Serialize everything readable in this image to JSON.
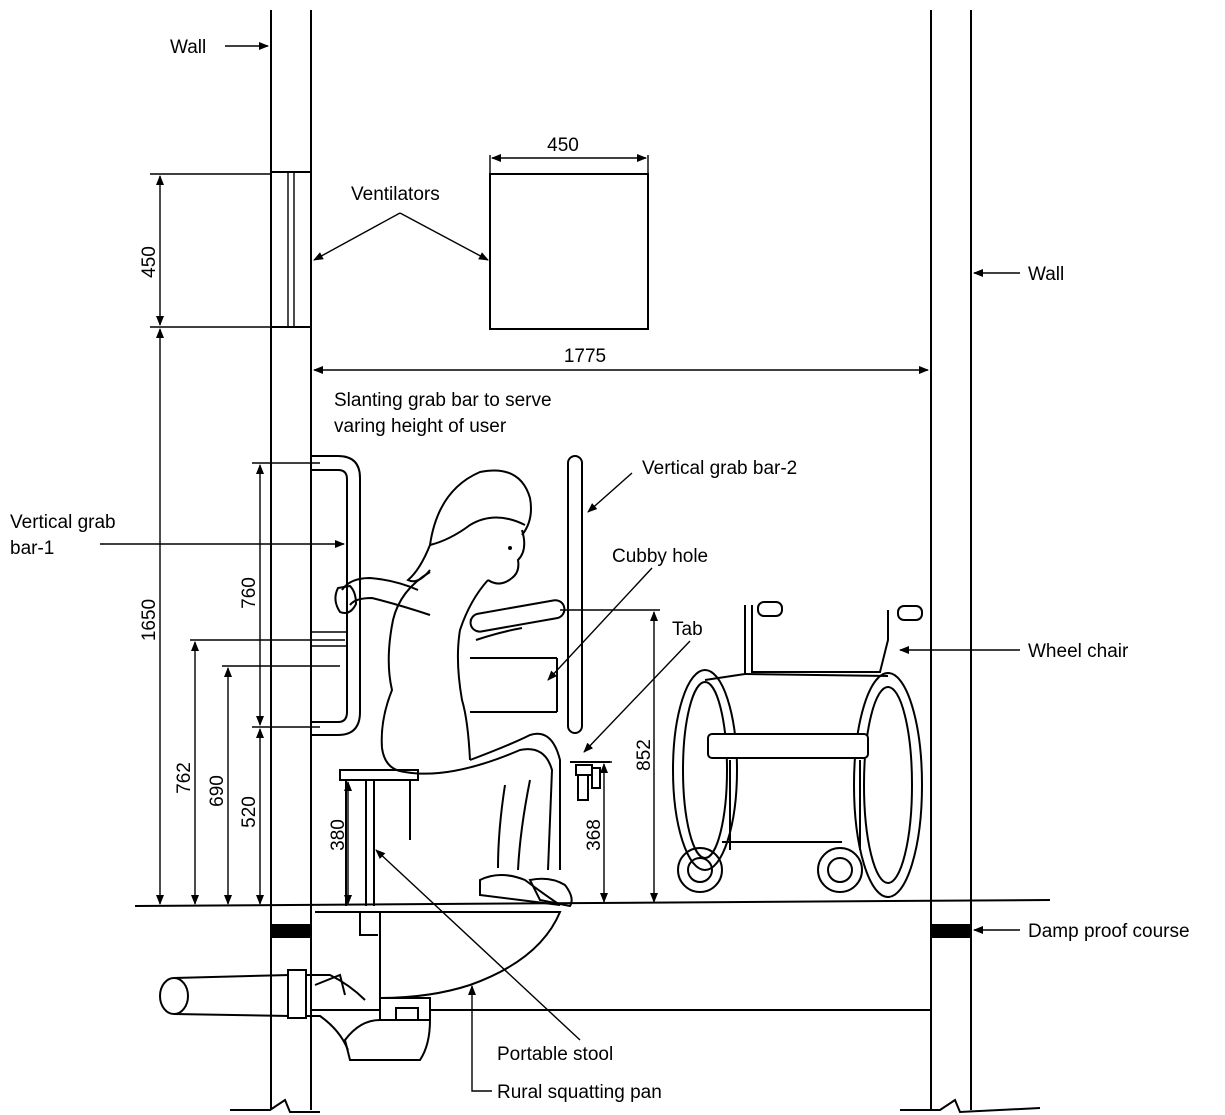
{
  "labels": {
    "wall_left": "Wall",
    "wall_right": "Wall",
    "ventilators": "Ventilators",
    "slanting_line1": "Slanting grab bar to serve",
    "slanting_line2": "varing height of user",
    "vertical_grab_bar_1_line1": "Vertical grab",
    "vertical_grab_bar_1_line2": "bar-1",
    "vertical_grab_bar_2": "Vertical grab bar-2",
    "cubby_hole": "Cubby hole",
    "tab": "Tab",
    "wheel_chair": "Wheel chair",
    "damp_proof_course": "Damp proof course",
    "portable_stool": "Portable stool",
    "rural_squatting_pan": "Rural squatting pan"
  },
  "dimensions": {
    "ventilator_width": "450",
    "ventilator_height": "450",
    "room_width": "1775",
    "grab_bar_height_total": "1650",
    "grab_bar_length": "760",
    "slant_bar_top": "762",
    "slant_bar_low": "690",
    "grab_bar_bottom": "520",
    "stool_height": "380",
    "tap_height": "368",
    "cubby_height": "852"
  }
}
